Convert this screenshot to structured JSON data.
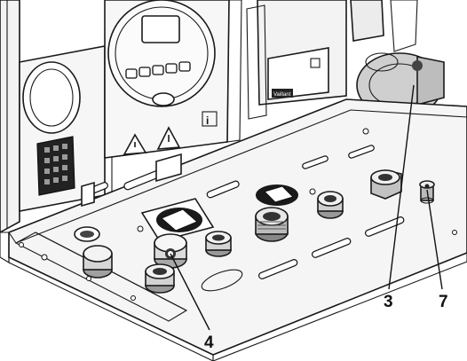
{
  "callouts": [
    {
      "id": "3",
      "label": "3"
    },
    {
      "id": "7",
      "label": "7"
    },
    {
      "id": "4",
      "label": "4"
    }
  ],
  "badge_text": "Vaillant"
}
